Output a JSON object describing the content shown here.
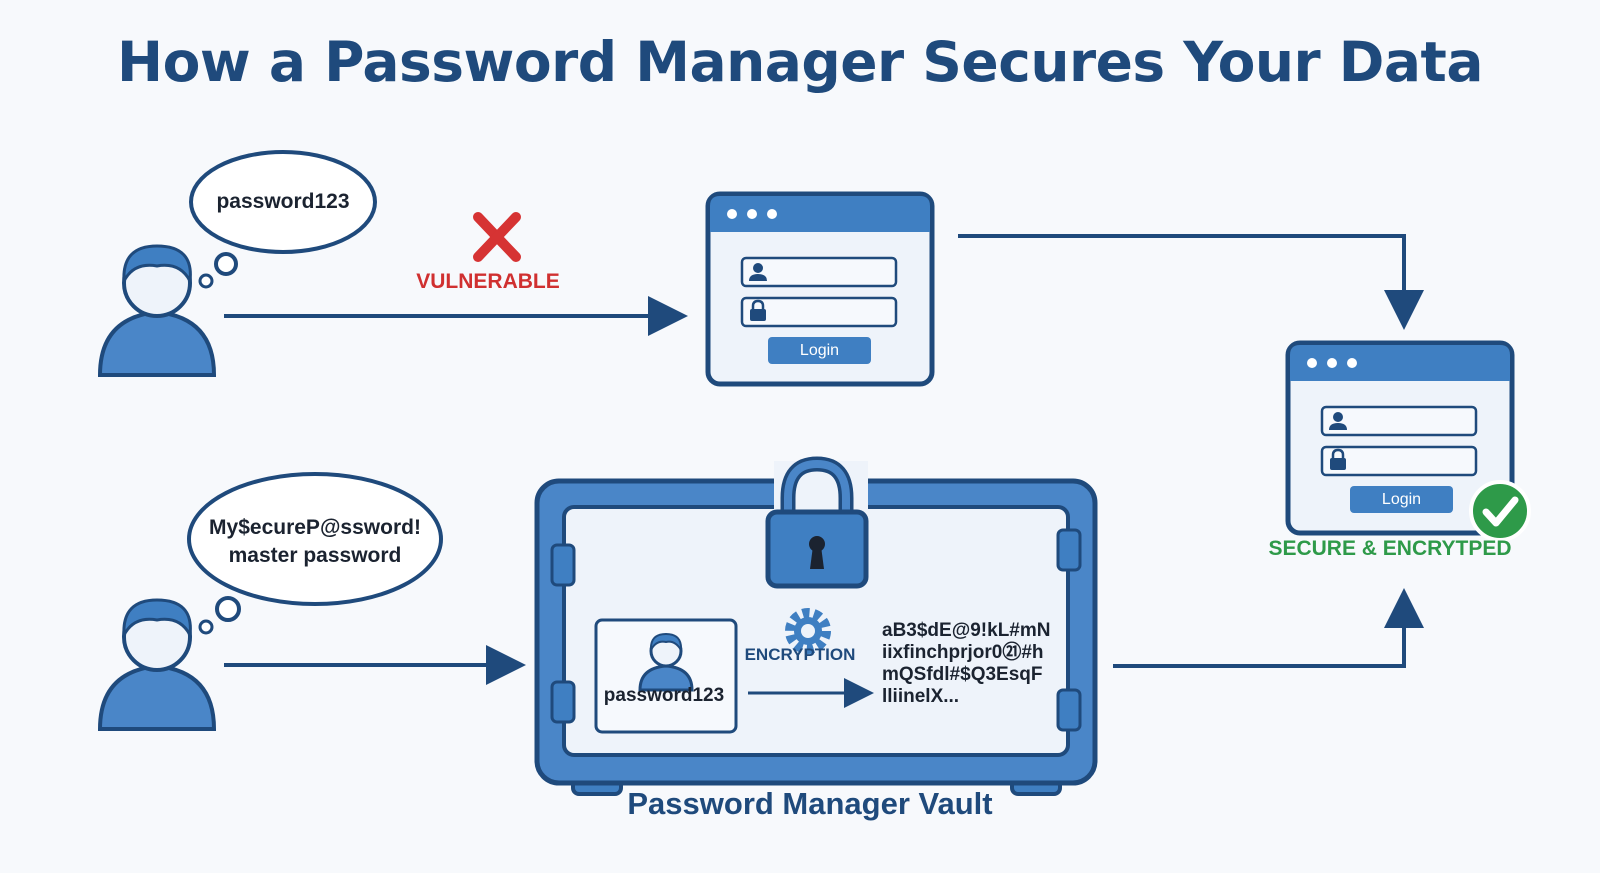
{
  "title": "How a Password Manager Secures Your Data",
  "top_flow": {
    "thought": "password123",
    "status_label": "VULNERABLE",
    "status_icon": "red-x-icon",
    "login_button": "Login"
  },
  "bottom_flow": {
    "thought_line1": "My$ecureP@ssword!",
    "thought_line2": "master password",
    "vault": {
      "title": "Password Manager Vault",
      "stored_password": "password123",
      "process_label": "ENCRYPTION",
      "process_icon": "gear-icon",
      "cipher_lines": [
        "aB3$dE@9!kL#mN",
        "iixfinchprjor0㉑#h",
        "mQSfdl#$Q3EsqF",
        "lliinelX..."
      ]
    }
  },
  "result": {
    "login_button": "Login",
    "status_label": "SECURE & ENCRYTPED",
    "status_icon": "green-check-icon"
  },
  "colors": {
    "brand_blue": "#1f4a7c",
    "panel_blue": "#3f7fc2",
    "danger_red": "#d63333",
    "success_green": "#2e9a49"
  }
}
